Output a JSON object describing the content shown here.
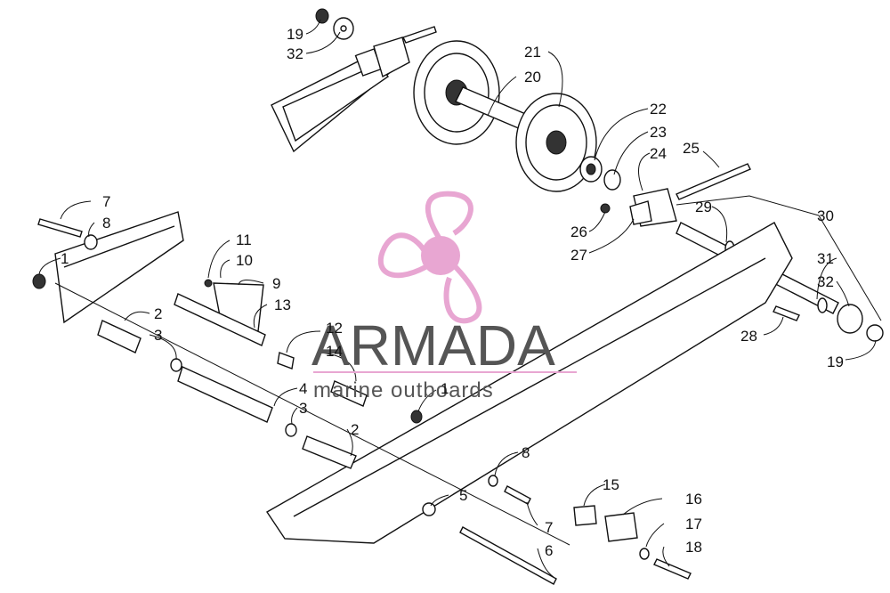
{
  "watermark": {
    "brand": "ARMADA",
    "tagline": "marine outboards",
    "logo_color": "#e8a6d2",
    "text_color": "#555555"
  },
  "callouts": {
    "c19a": "19",
    "c32a": "32",
    "c21": "21",
    "c20": "20",
    "c22": "22",
    "c23": "23",
    "c24": "24",
    "c25": "25",
    "c7a": "7",
    "c8a": "8",
    "c1a": "1",
    "c11": "11",
    "c10": "10",
    "c9": "9",
    "c13": "13",
    "c2a": "2",
    "c3a": "3",
    "c12": "12",
    "c14": "14",
    "c4": "4",
    "c3b": "3",
    "c2b": "2",
    "c1b": "1",
    "c8b": "8",
    "c26": "26",
    "c27": "27",
    "c29": "29",
    "c30": "30",
    "c31": "31",
    "c32b": "32",
    "c28": "28",
    "c19b": "19",
    "c15": "15",
    "c16": "16",
    "c17": "17",
    "c18": "18",
    "c5": "5",
    "c7b": "7",
    "c6": "6"
  }
}
